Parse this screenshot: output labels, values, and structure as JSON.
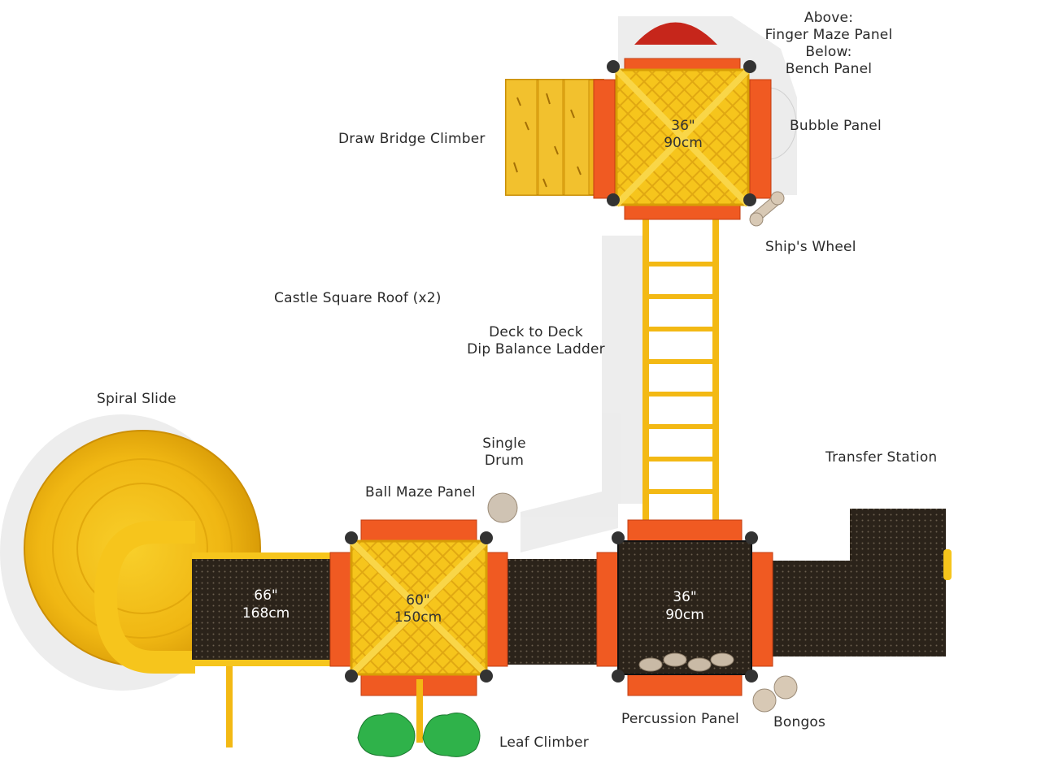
{
  "labels": {
    "above_finger_maze": [
      "Above:",
      "Finger Maze Panel",
      "Below:",
      "Bench Panel"
    ],
    "draw_bridge_climber": "Draw Bridge Climber",
    "bubble_panel": "Bubble Panel",
    "ships_wheel": "Ship's Wheel",
    "castle_square_roof": "Castle Square Roof (x2)",
    "dip_balance_ladder": [
      "Deck to Deck",
      "Dip Balance Ladder"
    ],
    "spiral_slide": "Spiral Slide",
    "single_drum": [
      "Single",
      "Drum"
    ],
    "transfer_station": "Transfer Station",
    "ball_maze_panel": "Ball Maze Panel",
    "percussion_panel": "Percussion Panel",
    "bongos": "Bongos",
    "leaf_climber": "Leaf Climber"
  },
  "dimensions": {
    "top_deck": [
      "36\"",
      "90cm"
    ],
    "left_deck": [
      "60\"",
      "150cm"
    ],
    "right_deck": [
      "36\"",
      "90cm"
    ],
    "slide_deck": [
      "66\"",
      "168cm"
    ]
  },
  "colors": {
    "yellow": "#f6c51c",
    "orange": "#f05a22",
    "dark_deck": "#2a2218",
    "leaf_green": "#2fb24a"
  }
}
